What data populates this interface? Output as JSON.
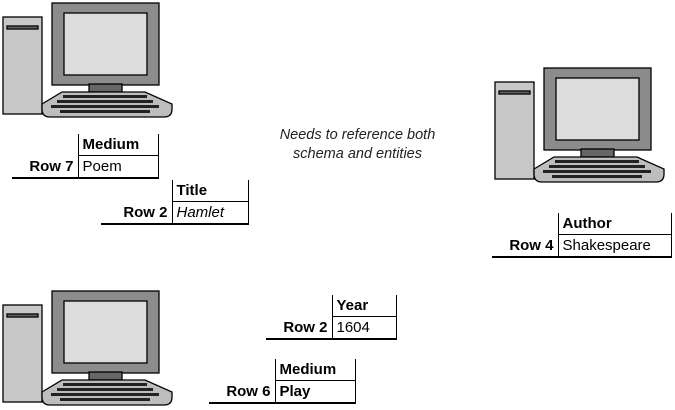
{
  "note": {
    "line1": "Needs to reference both",
    "line2": "schema and entities"
  },
  "fragments": [
    {
      "row_label": "Row 7",
      "column": "Medium",
      "value": "Poem"
    },
    {
      "row_label": "Row 2",
      "column": "Title",
      "value": "Hamlet"
    },
    {
      "row_label": "Row 4",
      "column": "Author",
      "value": "Shakespeare"
    },
    {
      "row_label": "Row 2",
      "column": "Year",
      "value": "1604"
    },
    {
      "row_label": "Row 6",
      "column": "Medium",
      "value": "Play"
    }
  ],
  "icons": {
    "computer": "desktop-computer-icon"
  }
}
